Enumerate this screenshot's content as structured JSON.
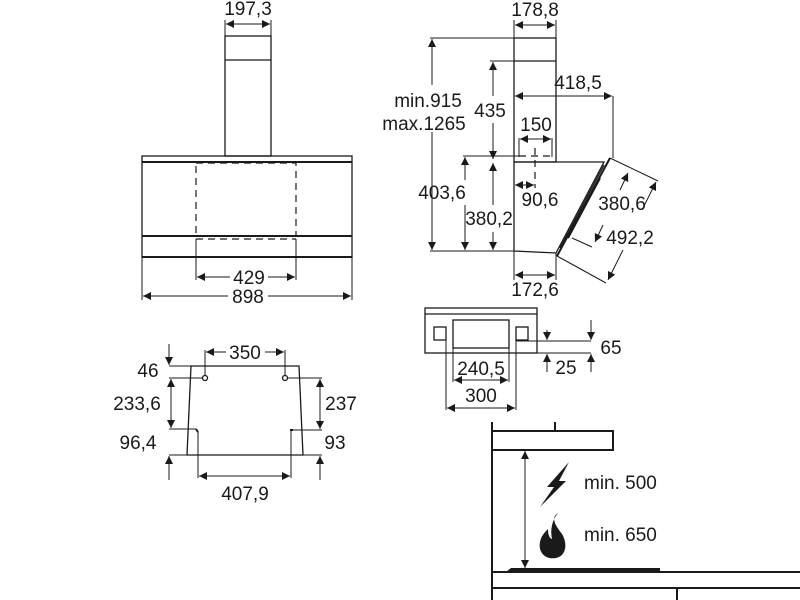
{
  "title": "Cooker hood dimension drawing",
  "unit": "mm",
  "front_view": {
    "chimney_width": "197,3",
    "inner_width": "429",
    "total_width": "898"
  },
  "side_view": {
    "chimney_depth": "178,8",
    "total_height": "min.915",
    "total_height_max": "max.1265",
    "chimney_height": "435",
    "overall_depth": "418,5",
    "duct_width": "150",
    "duct_offset": "90,6",
    "body_height_outer": "403,6",
    "body_height_inner": "380,2",
    "bottom_depth": "172,6",
    "panel_inner": "380,6",
    "panel_outer": "492,2"
  },
  "mounting_plate": {
    "top_offset": "46",
    "hole_spacing_top": "350",
    "left_vertical": "233,6",
    "right_vertical": "237",
    "left_bottom": "96,4",
    "right_bottom": "93",
    "hole_spacing_bottom": "407,9"
  },
  "top_view": {
    "inner_width": "240,5",
    "outer_width": "300",
    "offset_small": "25",
    "offset_large": "65"
  },
  "installation": {
    "electric_icon": "lightning-bolt-icon",
    "electric_min": "min. 500",
    "gas_icon": "flame-icon",
    "gas_min": "min. 650"
  }
}
